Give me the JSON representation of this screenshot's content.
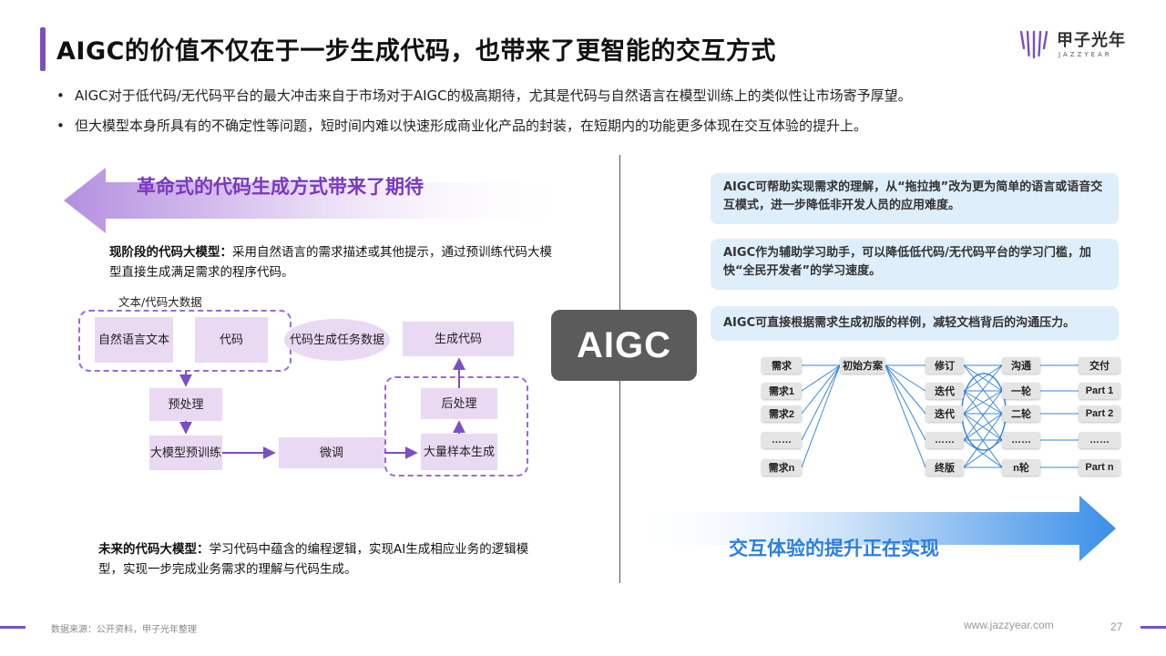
{
  "header": {
    "title": "AIGC的价值不仅在于一步生成代码，也带来了更智能的交互方式",
    "logo_cn": "甲子光年",
    "logo_en": "JAZZYEAR"
  },
  "bullets": [
    "AIGC对于低代码/无代码平台的最大冲击来自于市场对于AIGC的极高期待，尤其是代码与自然语言在模型训练上的类似性让市场寄予厚望。",
    "但大模型本身所具有的不确定性等问题，短时间内难以快速形成商业化产品的封装，在短期内的功能更多体现在交互体验的提升上。"
  ],
  "left": {
    "banner": "革命式的代码生成方式带来了期待",
    "current_label": "现阶段的代码大模型：",
    "current_text": "采用自然语言的需求描述或其他提示，通过预训练代码大模型直接生成满足需求的程序代码。",
    "future_label": "未来的代码大模型：",
    "future_text": "学习代码中蕴含的编程逻辑，实现AI生成相应业务的逻辑模型，实现一步完成业务需求的理解与代码生成。",
    "flow": {
      "group_label": "文本/代码大数据",
      "nl_text": "自然语言文本",
      "code": "代码",
      "task_data": "代码生成任务数据",
      "output": "生成代码",
      "preprocess": "预处理",
      "pretrain": "大模型预训练",
      "finetune": "微调",
      "postprocess": "后处理",
      "samples": "大量样本生成"
    }
  },
  "center": {
    "badge": "AIGC"
  },
  "right": {
    "info": [
      "AIGC可帮助实现需求的理解，从“拖拉拽”改为更为简单的语言或语音交互模式，进一步降低非开发人员的应用难度。",
      "AIGC作为辅助学习助手，可以降低低代码/无代码平台的学习门槛，加快“全民开发者”的学习速度。",
      "AIGC可直接根据需求生成初版的样例，减轻文档背后的沟通压力。"
    ],
    "network": {
      "col1": [
        "需求",
        "需求1",
        "需求2",
        "……",
        "需求n"
      ],
      "col2": [
        "初始方案"
      ],
      "col3": [
        "修订",
        "迭代",
        "迭代",
        "……",
        "终版"
      ],
      "col4": [
        "沟通",
        "一轮",
        "二轮",
        "……",
        "n轮"
      ],
      "col5": [
        "交付",
        "Part 1",
        "Part 2",
        "……",
        "Part n"
      ]
    },
    "banner": "交互体验的提升正在实现"
  },
  "footer": {
    "source": "数据来源：公开资料，甲子光年整理",
    "site": "www.jazzyear.com",
    "page": "27"
  },
  "colors": {
    "purple_accent": "#7b4fc4",
    "purple_text": "#7a38bf",
    "blue_text": "#2b7fe0",
    "node_fill": "#ead9f3",
    "info_fill": "#dfeefb",
    "badge_fill": "#5b5b5b"
  }
}
